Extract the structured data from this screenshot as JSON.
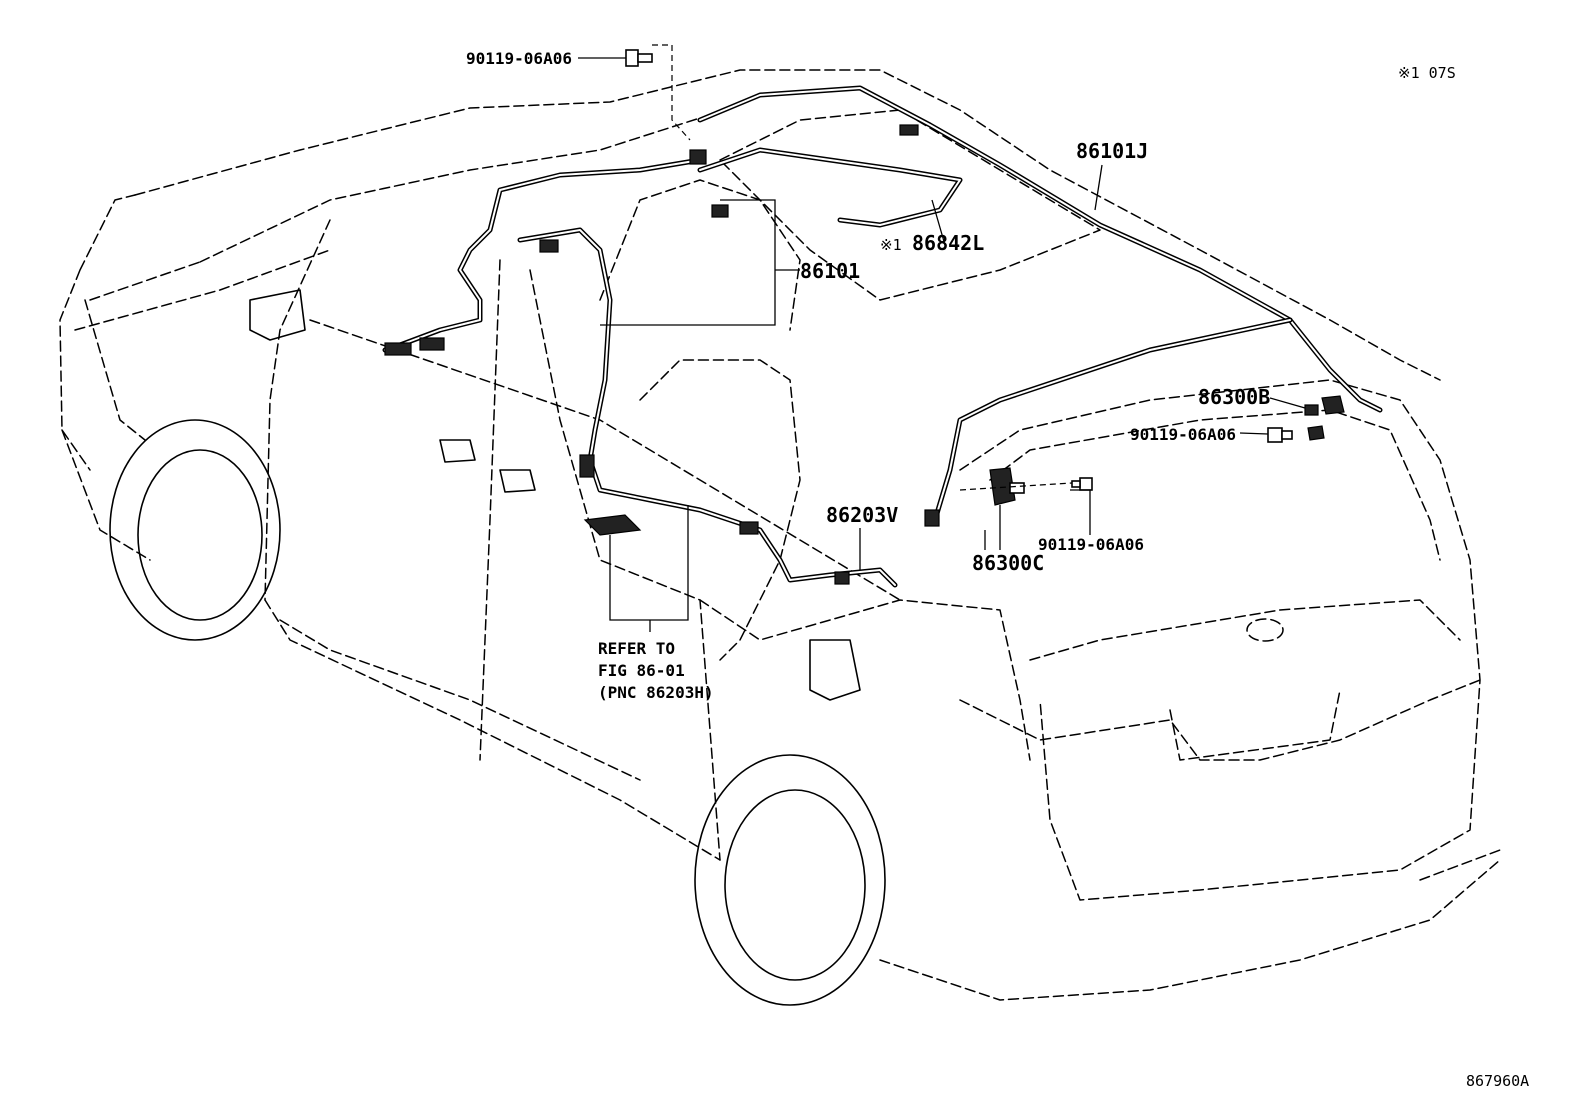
{
  "diagram": {
    "note_top_right": "※1 07S",
    "figure_code": "867960A",
    "labels": {
      "bolt_top": "90119-06A06",
      "harness_roof_right": "86101J",
      "harness_sunroof_note": "※1",
      "harness_sunroof": "86842L",
      "harness_front": "86101",
      "antenna_rear_right": "86300B",
      "bolt_rear_right": "90119-06A06",
      "harness_quarter": "86203V",
      "bolt_rear_center": "90119-06A06",
      "antenna_rear_center": "86300C",
      "refer_line1": "REFER TO",
      "refer_line2": "FIG 86-01",
      "refer_line3": "(PNC 86203H)"
    }
  }
}
